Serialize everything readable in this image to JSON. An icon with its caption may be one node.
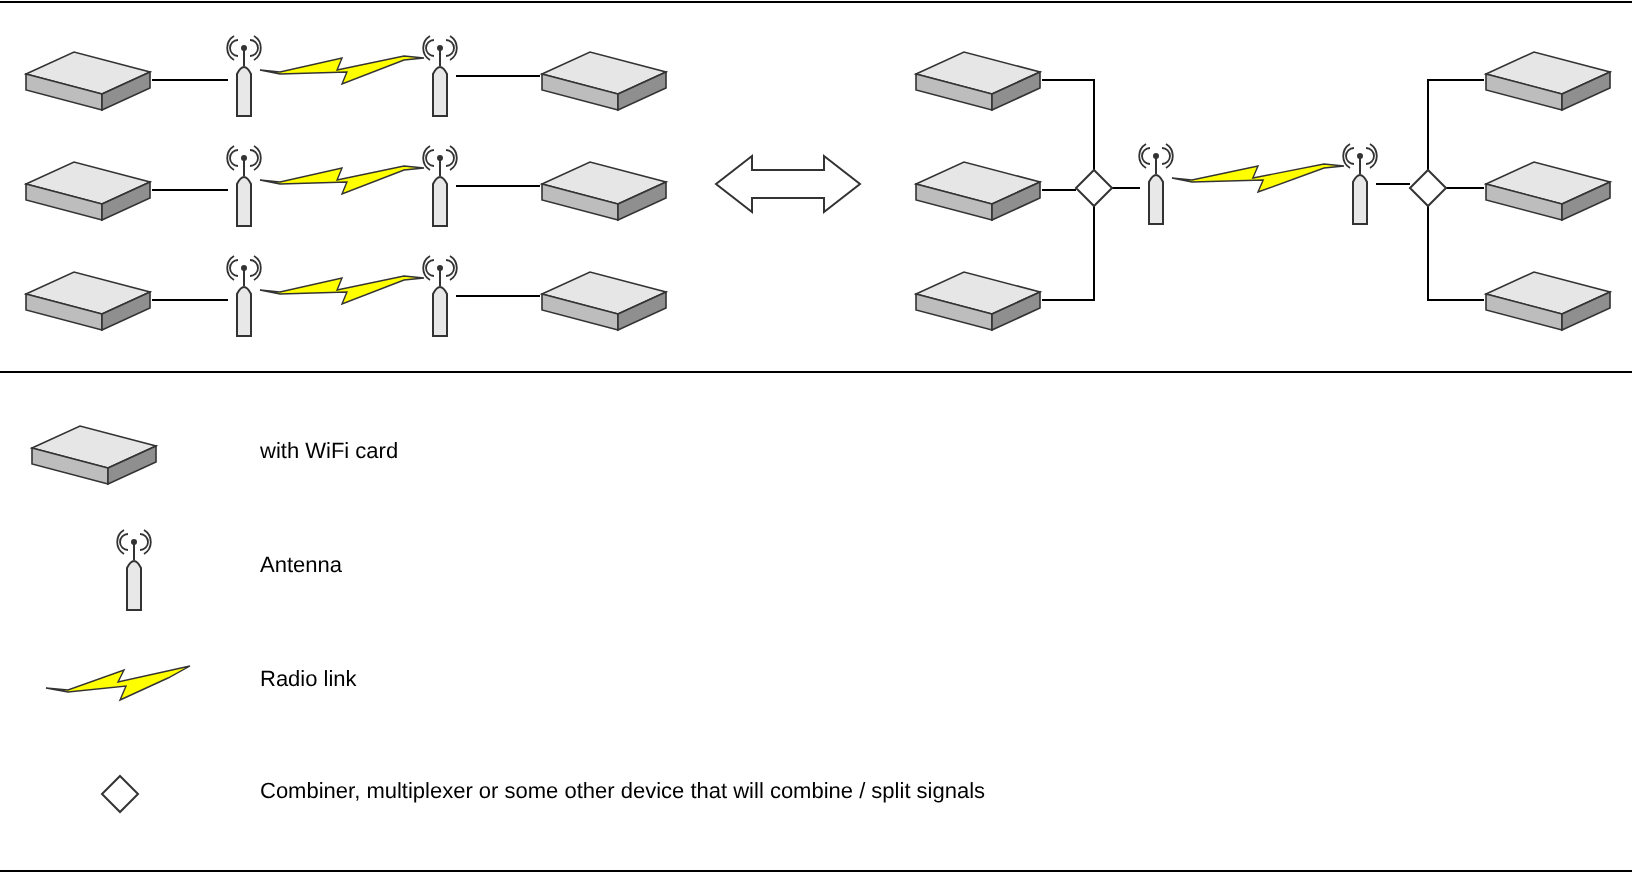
{
  "diagram": {
    "nodes": [
      {
        "text": [],
        "shape": "group"
      },
      {
        "text": [],
        "shape": "group"
      },
      {
        "text": [],
        "shape": "box",
        "in": 0
      },
      {
        "text": [],
        "shape": "picture",
        "in": 0
      },
      {
        "text": [],
        "shape": "picture",
        "in": 0
      },
      {
        "text": [],
        "shape": "box",
        "in": 0
      },
      {
        "text": [],
        "shape": "box",
        "in": 0
      },
      {
        "text": [],
        "shape": "picture",
        "in": 0
      },
      {
        "text": [],
        "shape": "picture",
        "in": 0
      },
      {
        "text": [],
        "shape": "box",
        "in": 0
      },
      {
        "text": [],
        "shape": "box",
        "in": 0
      },
      {
        "text": [],
        "shape": "picture",
        "in": 0
      },
      {
        "text": [],
        "shape": "picture",
        "in": 0
      },
      {
        "text": [],
        "shape": "box",
        "in": 0
      },
      {
        "text": [],
        "shape": "box",
        "in": 1
      },
      {
        "text": [],
        "shape": "box",
        "in": 1
      },
      {
        "text": [],
        "shape": "box",
        "in": 1
      },
      {
        "text": [],
        "shape": "diamond",
        "in": 1
      },
      {
        "text": [],
        "shape": "picture",
        "in": 1
      },
      {
        "text": [],
        "shape": "picture",
        "in": 1
      },
      {
        "text": [],
        "shape": "diamond",
        "in": 1
      },
      {
        "text": [],
        "shape": "box",
        "in": 1
      },
      {
        "text": [],
        "shape": "box",
        "in": 1
      },
      {
        "text": [],
        "shape": "box",
        "in": 1
      }
    ],
    "edges": [
      {
        "from": 2,
        "to": 3,
        "arrow": "none"
      },
      {
        "from": 3,
        "to": 4,
        "arrow": "none",
        "color": "#ffff00"
      },
      {
        "from": 4,
        "to": 5,
        "arrow": "none"
      },
      {
        "from": 6,
        "to": 7,
        "arrow": "none"
      },
      {
        "from": 7,
        "to": 8,
        "arrow": "none",
        "color": "#ffff00"
      },
      {
        "from": 8,
        "to": 9,
        "arrow": "none"
      },
      {
        "from": 10,
        "to": 11,
        "arrow": "none"
      },
      {
        "from": 11,
        "to": 12,
        "arrow": "none",
        "color": "#ffff00"
      },
      {
        "from": 12,
        "to": 13,
        "arrow": "none"
      },
      {
        "from": 14,
        "to": 17,
        "arrow": "none"
      },
      {
        "from": 15,
        "to": 17,
        "arrow": "none"
      },
      {
        "from": 16,
        "to": 17,
        "arrow": "none"
      },
      {
        "from": 17,
        "to": 18,
        "arrow": "none"
      },
      {
        "from": 18,
        "to": 19,
        "arrow": "none",
        "color": "#ffff00"
      },
      {
        "from": 19,
        "to": 20,
        "arrow": "none"
      },
      {
        "from": 20,
        "to": 21,
        "arrow": "none"
      },
      {
        "from": 20,
        "to": 22,
        "arrow": "none"
      },
      {
        "from": 20,
        "to": 23,
        "arrow": "none"
      },
      {
        "from": 0,
        "to": 1,
        "arrow": "both",
        "style": "thick"
      }
    ],
    "legend": [
      {
        "text": "with WiFi card"
      },
      {
        "text": "Antenna"
      },
      {
        "text": "Radio link"
      },
      {
        "text": "Combiner, multiplexer or some other device that will combine / split signals"
      }
    ]
  }
}
